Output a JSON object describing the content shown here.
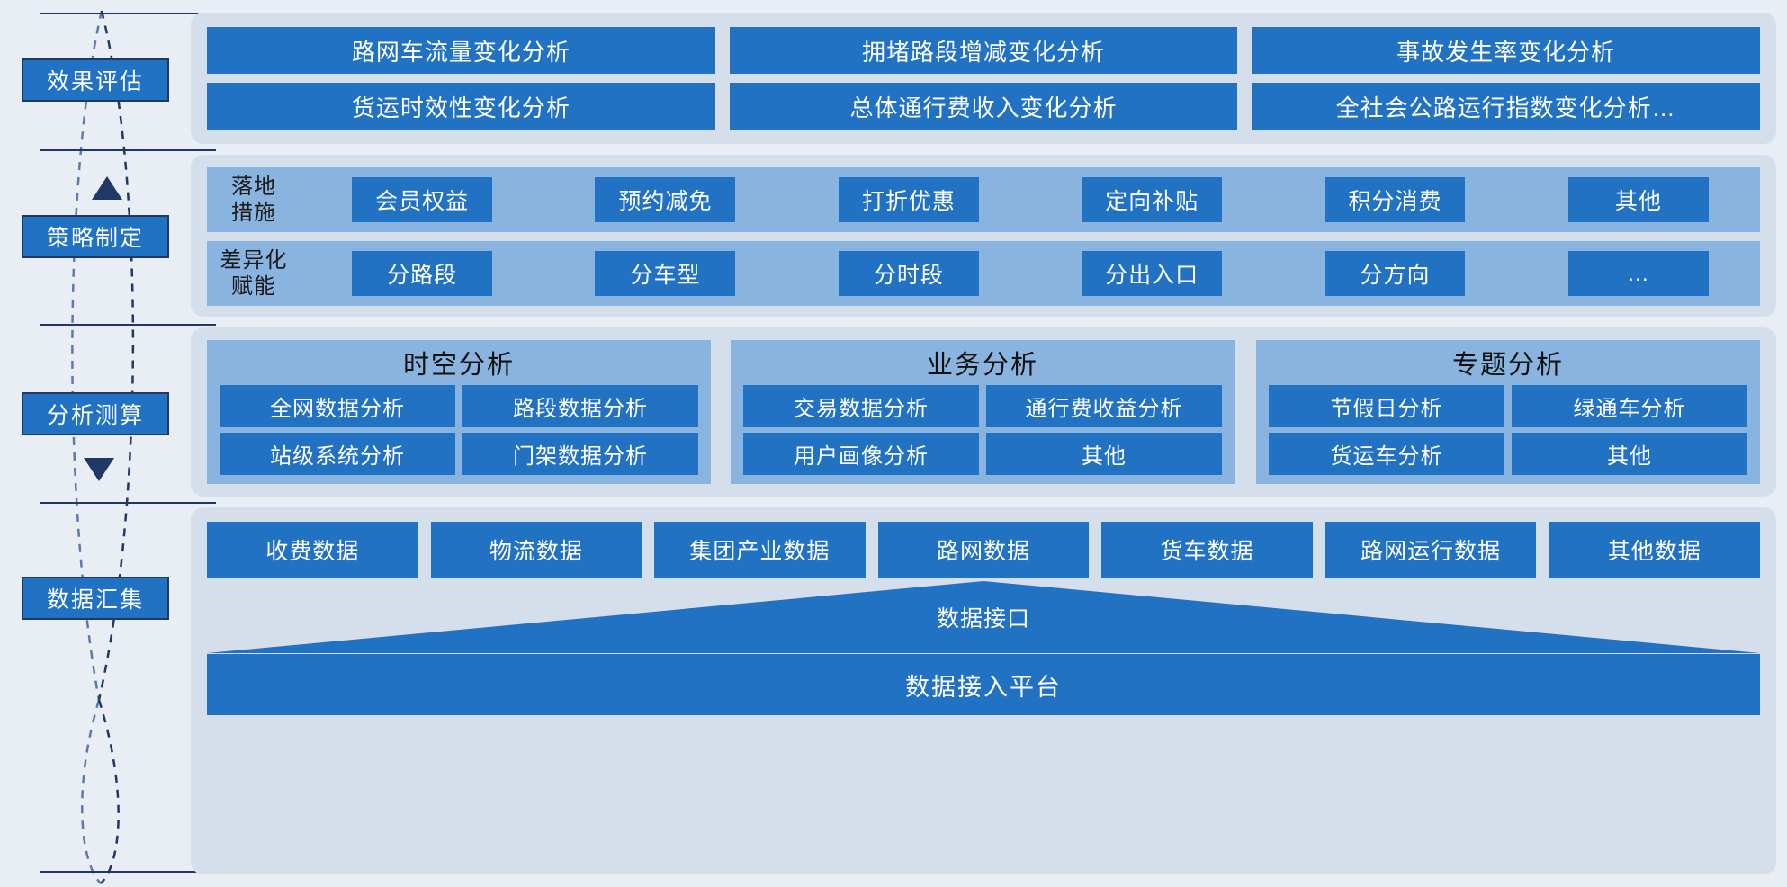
{
  "theme": {
    "page_bg": "#e9eef5",
    "panel_bg": "#d5dfec",
    "band_bg": "#8ab4e0",
    "accent": "#2272c4",
    "outline": "#1f3864",
    "text_light": "#ffffff",
    "text_dark": "#111111"
  },
  "stages": [
    {
      "label": "效果评估"
    },
    {
      "label": "策略制定"
    },
    {
      "label": "分析测算"
    },
    {
      "label": "数据汇集"
    }
  ],
  "sections": {
    "evaluation": {
      "items": [
        "路网车流量变化分析",
        "拥堵路段增减变化分析",
        "事故发生率变化分析",
        "货运时效性变化分析",
        "总体通行费收入变化分析",
        "全社会公路运行指数变化分析…"
      ]
    },
    "strategy": {
      "rows": [
        {
          "label": "落地\n措施",
          "label_line1": "落地",
          "label_line2": "措施",
          "items": [
            "会员权益",
            "预约减免",
            "打折优惠",
            "定向补贴",
            "积分消费",
            "其他"
          ]
        },
        {
          "label": "差异化\n赋能",
          "label_line1": "差异化",
          "label_line2": "赋能",
          "items": [
            "分路段",
            "分车型",
            "分时段",
            "分出入口",
            "分方向",
            "…"
          ]
        }
      ]
    },
    "analysis": {
      "groups": [
        {
          "title": "时空分析",
          "items": [
            "全网数据分析",
            "路段数据分析",
            "站级系统分析",
            "门架数据分析"
          ]
        },
        {
          "title": "业务分析",
          "items": [
            "交易数据分析",
            "通行费收益分析",
            "用户画像分析",
            "其他"
          ]
        },
        {
          "title": "专题分析",
          "items": [
            "节假日分析",
            "绿通车分析",
            "货运车分析",
            "其他"
          ]
        }
      ]
    },
    "data": {
      "sources": [
        "收费数据",
        "物流数据",
        "集团产业数据",
        "路网数据",
        "货车数据",
        "路网运行数据",
        "其他数据"
      ],
      "interface_label": "数据接口",
      "platform_label": "数据接入平台"
    }
  }
}
